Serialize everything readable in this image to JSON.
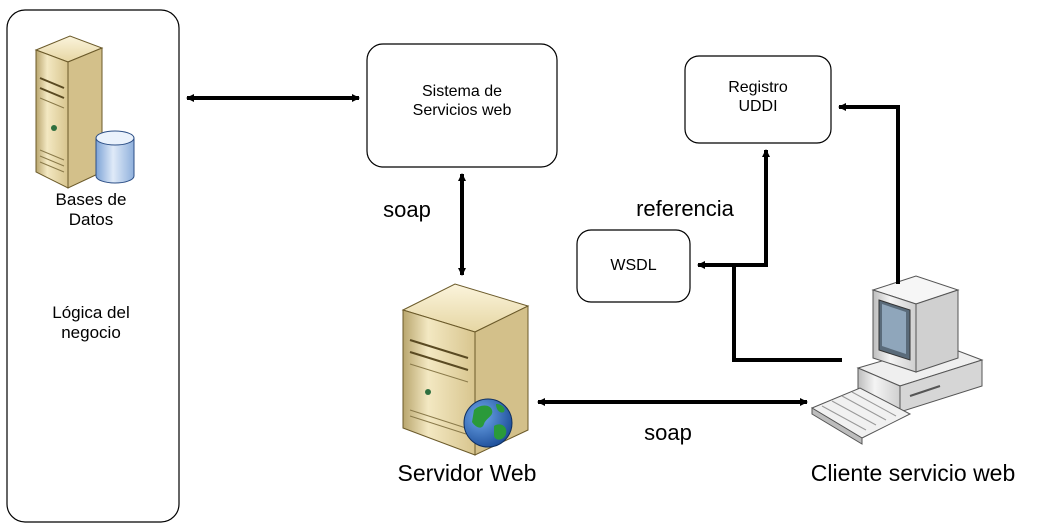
{
  "left_panel": {
    "db_label_line1": "Bases de",
    "db_label_line2": "Datos",
    "logic_line1": "Lógica del",
    "logic_line2": "negocio"
  },
  "web_services_system": {
    "line1": "Sistema de",
    "line2": "Servicios web"
  },
  "uddi_registry": {
    "line1": "Registro",
    "line2": "UDDI"
  },
  "wsdl": {
    "label": "WSDL"
  },
  "web_server": {
    "label": "Servidor Web"
  },
  "web_client": {
    "label": "Cliente servicio web"
  },
  "edge_labels": {
    "soap_top": "soap",
    "soap_bottom": "soap",
    "referencia": "referencia"
  },
  "icons": [
    "database-server-icon",
    "web-server-icon",
    "globe-icon",
    "client-computer-icon",
    "keyboard-icon"
  ],
  "colors": {
    "line": "#000000",
    "box_border": "#000000",
    "server_body": "#e8d9a8",
    "globe_blue": "#1e5aa8",
    "globe_green": "#2a9a3a"
  }
}
